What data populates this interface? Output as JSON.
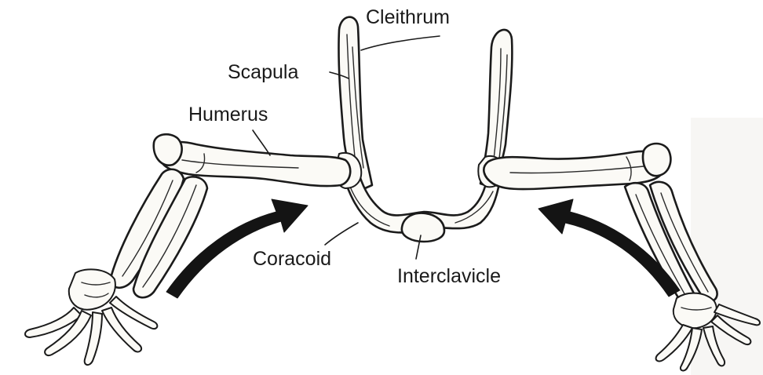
{
  "figure": {
    "labels": {
      "cleithrum": "Cleithrum",
      "scapula": "Scapula",
      "humerus": "Humerus",
      "coracoid": "Coracoid",
      "interclavicle": "Interclavicle"
    }
  }
}
